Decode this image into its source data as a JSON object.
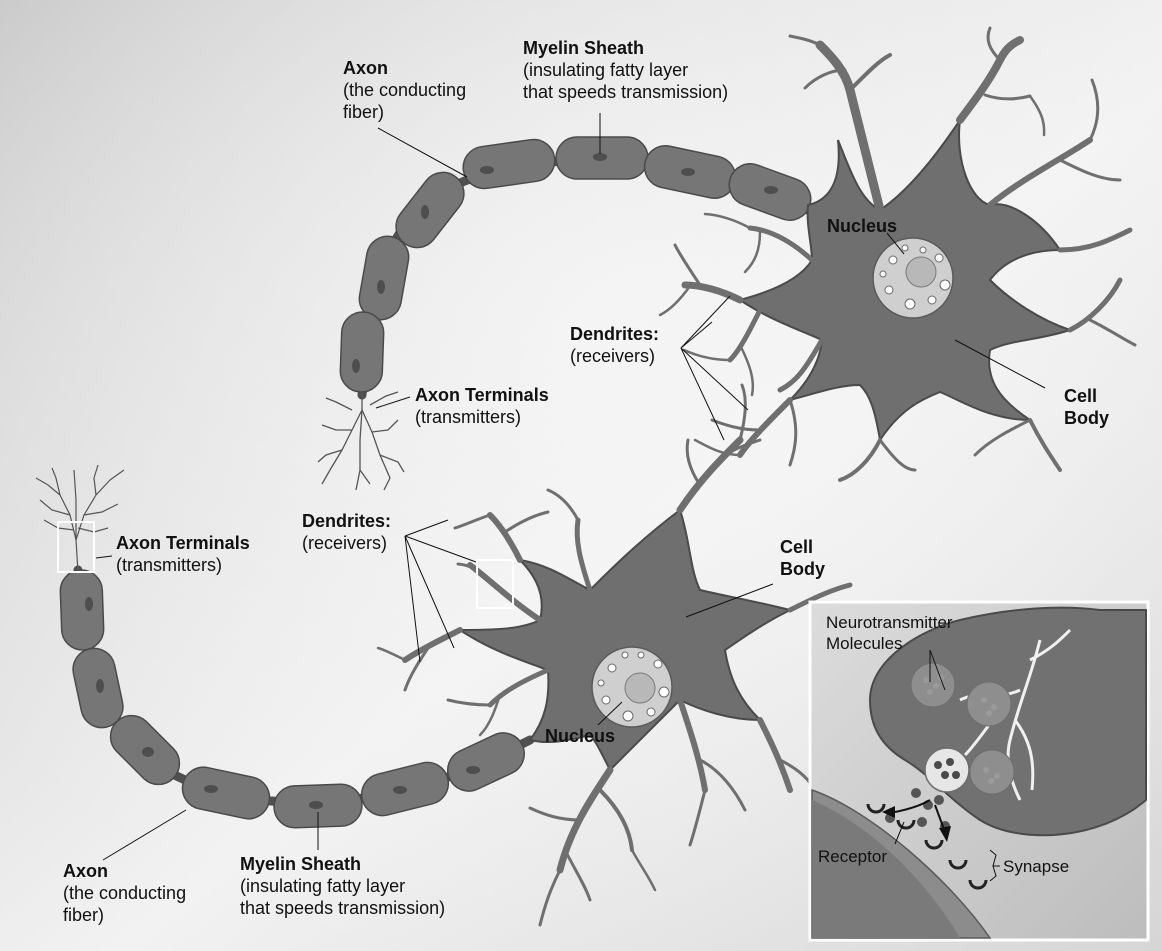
{
  "upper_neuron": {
    "axon": {
      "title": "Axon",
      "desc_lines": [
        "(the conducting",
        "fiber)"
      ]
    },
    "myelin": {
      "title": "Myelin Sheath",
      "desc_lines": [
        "(insulating fatty layer",
        "that speeds transmission)"
      ]
    },
    "nucleus": "Nucleus",
    "dendrites": {
      "title": "Dendrites:",
      "desc": "(receivers)"
    },
    "axon_terminals": {
      "title": "Axon Terminals",
      "desc": "(transmitters)"
    },
    "cell_body": {
      "lines": [
        "Cell",
        "Body"
      ]
    }
  },
  "lower_neuron": {
    "axon_terminals": {
      "title": "Axon Terminals",
      "desc": "(transmitters)"
    },
    "dendrites": {
      "title": "Dendrites:",
      "desc": "(receivers)"
    },
    "cell_body": {
      "lines": [
        "Cell",
        "Body"
      ]
    },
    "nucleus": "Nucleus",
    "axon": {
      "title": "Axon",
      "desc_lines": [
        "(the conducting",
        "fiber)"
      ]
    },
    "myelin": {
      "title": "Myelin Sheath",
      "desc_lines": [
        "(insulating fatty layer",
        "that speeds transmission)"
      ]
    }
  },
  "inset": {
    "neurotransmitter": [
      "Neurotransmitter",
      "Molecules"
    ],
    "receptor": "Receptor",
    "synapse": "Synapse"
  },
  "colors": {
    "background_light": "#f4f4f4",
    "background_dark": "#c4c4c4",
    "cell_fill": "#6f6f6f",
    "cell_stroke": "#4a4a4a",
    "nucleus_fill": "#cfcfcf",
    "highlight_box": "#ffffff"
  }
}
